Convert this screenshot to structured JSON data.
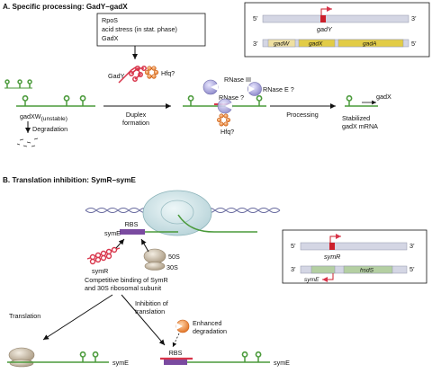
{
  "panelA": {
    "title": "A.  Specific processing: GadY–gadX",
    "regulators": [
      "RpoS",
      "acid stress (in stat. phase)",
      "GadX"
    ],
    "gadY": "GadY",
    "hfq": "Hfq?",
    "gadXW": "gadXW",
    "unstable": "(unstable)",
    "degradation": "Degradation",
    "duplex": [
      "Duplex",
      "formation"
    ],
    "rnase3": "RNase III",
    "rnaseE": "RNase E ?",
    "rnaseQ": "RNase ?",
    "hfq2": "Hfq?",
    "processing": "Processing",
    "gadX": "gadX",
    "stabilized": [
      "Stabilized",
      "gadX mRNA"
    ],
    "inset": {
      "five_top": "5’",
      "three_top": "3’",
      "gene_top": "gadY",
      "three_bot": "3’",
      "five_bot": "5’",
      "genes_bot": [
        "gadW",
        "gadX",
        "gadA"
      ]
    }
  },
  "panelB": {
    "title": "B.  Translation inhibition: SymR–symE",
    "rbs": "RBS",
    "symE": "symE",
    "symR": "symR",
    "s50": "50S",
    "s30": "30S",
    "competitive": [
      "Competitive binding of SymR",
      "and 30S ribosomal subunit"
    ],
    "translation": "Translation",
    "inhibition": [
      "Inhibition of",
      "translation"
    ],
    "enhanced": [
      "Enhanced",
      "degradation"
    ],
    "symE_bl": "symE",
    "rbs2": "RBS",
    "symE_br": "symE",
    "inset": {
      "five_top": "5’",
      "three_top": "3’",
      "gene_top": "symR",
      "three_bot": "3’",
      "five_bot": "5’",
      "gene_bot": "hsdS",
      "gene_bot2": "symE"
    }
  },
  "colors": {
    "rna_green": "#4a9a3a",
    "srna_red": "#d8344a",
    "hfq_orange": "#f08a3a",
    "rnase_purple": "#8a86c8",
    "ribosome_tan": "#bfae96",
    "ribosome_teal": "#bcd8dc",
    "inset_grey": "#d4d6e4",
    "gene_yellow": "#e2cc46",
    "gene_green": "#b4cfa2",
    "rbs_purple": "#7a4aa0"
  }
}
